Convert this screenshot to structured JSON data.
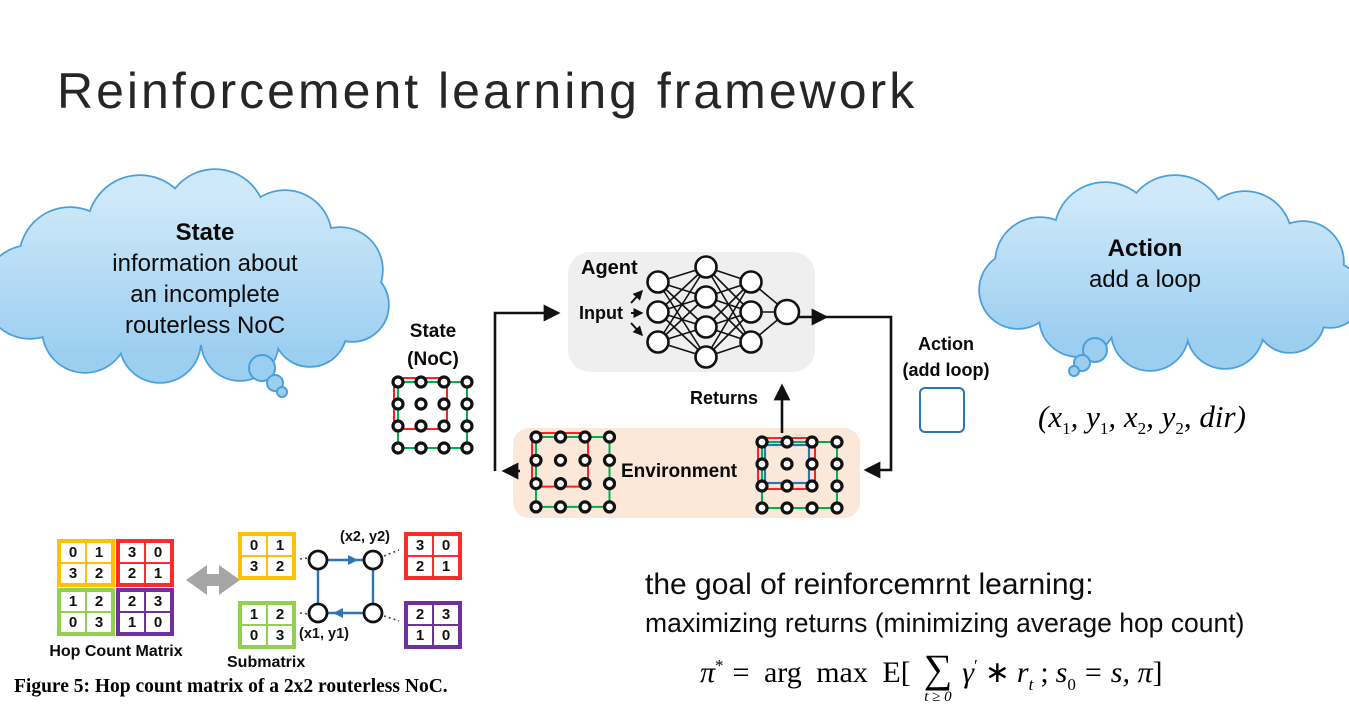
{
  "slide": {
    "title": "Reinforcement learning framework"
  },
  "clouds": {
    "state": {
      "heading": "State",
      "line1": "information about",
      "line2": "an incomplete",
      "line3": "routerless NoC"
    },
    "action": {
      "heading": "Action",
      "line1": "add a loop"
    }
  },
  "diagram": {
    "agent_label": "Agent",
    "input_label": "Input",
    "returns_label": "Returns",
    "environment_label": "Environment",
    "state_caption": {
      "line1": "State",
      "line2": "(NoC)"
    },
    "action_caption": {
      "line1": "Action",
      "line2": "(add loop)"
    },
    "nn_layers": [
      3,
      4,
      3,
      1
    ],
    "action_tuple": {
      "p1": "(x",
      "s1": "1",
      "p2": ", y",
      "s2": "1",
      "p3": ", x",
      "s3": "2",
      "p4": ", y",
      "s4": "2",
      "p5": ", dir)"
    }
  },
  "noc_grids": {
    "state": {
      "rings": [
        "green",
        "red"
      ]
    },
    "env_before": {
      "rings": [
        "green",
        "red"
      ]
    },
    "env_after": {
      "rings": [
        "green",
        "red",
        "blue"
      ]
    }
  },
  "figure5": {
    "hop_count_matrix": {
      "label": "Hop Count Matrix",
      "quadrants": {
        "tl": {
          "color": "#FFC000",
          "values": [
            [
              "0",
              "1"
            ],
            [
              "3",
              "2"
            ]
          ]
        },
        "tr": {
          "color": "#FF2B2B",
          "values": [
            [
              "3",
              "0"
            ],
            [
              "2",
              "1"
            ]
          ]
        },
        "bl": {
          "color": "#92D050",
          "values": [
            [
              "1",
              "2"
            ],
            [
              "0",
              "3"
            ]
          ]
        },
        "br": {
          "color": "#7030A0",
          "values": [
            [
              "2",
              "3"
            ],
            [
              "1",
              "0"
            ]
          ]
        }
      }
    },
    "submatrix": {
      "label": "Submatrix",
      "coord_top": "(x2, y2)",
      "coord_bottom": "(x1, y1)",
      "quadrants": {
        "tl": {
          "color": "#FFC000",
          "values": [
            [
              "0",
              "1"
            ],
            [
              "3",
              "2"
            ]
          ]
        },
        "tr": {
          "color": "#FF2B2B",
          "values": [
            [
              "3",
              "0"
            ],
            [
              "2",
              "1"
            ]
          ]
        },
        "bl": {
          "color": "#92D050",
          "values": [
            [
              "1",
              "2"
            ],
            [
              "0",
              "3"
            ]
          ]
        },
        "br": {
          "color": "#7030A0",
          "values": [
            [
              "2",
              "3"
            ],
            [
              "1",
              "0"
            ]
          ]
        }
      }
    },
    "caption": "Figure 5: Hop count matrix of a 2x2 routerless NoC."
  },
  "goal": {
    "line1": "the goal of reinforcemrnt learning:",
    "line2": "maximizing returns (minimizing average hop count)"
  },
  "formula": {
    "pi": "π",
    "star": "*",
    "eq": "= arg max E[",
    "sigma": "∑",
    "sigma_sub": "t ≥ 0",
    "gamma": "γ",
    "gamma_prime": "′",
    "times": "∗",
    "r": "r",
    "r_sub": "t",
    "semi": ";",
    "s0": "s",
    "s0_sub": "0",
    "eq2": "=",
    "tail": "s, π",
    "bracket": "]"
  },
  "colors": {
    "noc_green": "#00B050",
    "noc_red": "#FF2020",
    "noc_blue": "#2E75B6",
    "loop_blue": "#2E75B6",
    "agent_box": "#EFEFEF",
    "environment_box": "#FBE8D8",
    "cloud_fill_top": "#CFE9FA",
    "cloud_fill_bottom": "#9CCEF0",
    "cloud_stroke": "#4BA0DC",
    "gray_arrow": "#A6A6A6",
    "title_color": "#262626"
  }
}
